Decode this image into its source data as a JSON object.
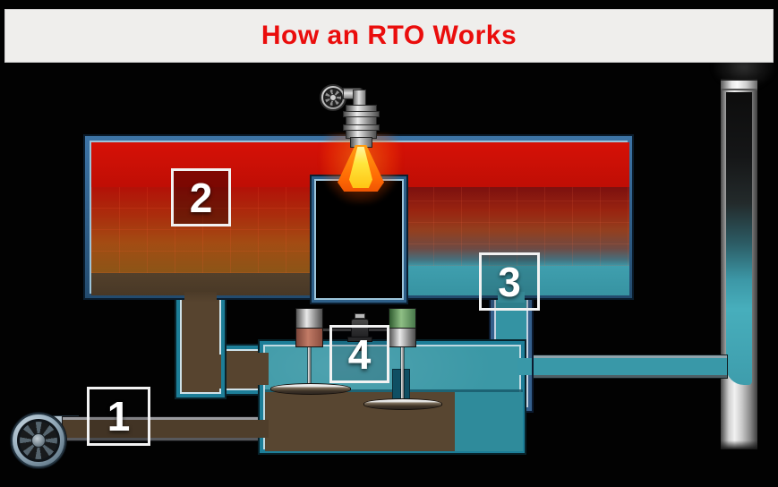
{
  "header": {
    "title": "How an RTO Works"
  },
  "steps": [
    {
      "n": "1"
    },
    {
      "n": "2"
    },
    {
      "n": "3"
    },
    {
      "n": "4"
    }
  ],
  "icons": {
    "inlet_fan": "blower-fan-icon",
    "burner": "burner-icon",
    "burner_fan": "burner-fan-icon",
    "flame": "flame-icon",
    "valve_left_actuator": "valve-actuator-icon",
    "valve_right_actuator": "valve-actuator-icon",
    "valve_motor": "valve-drive-motor-icon",
    "stack": "exhaust-stack-icon",
    "smoke": "smoke-icon"
  },
  "colors": {
    "title_red": "#ea0d0c",
    "header_bg": "#efeeec",
    "hot_zone_red": "#d11006",
    "flame_yellow": "#ffe63c",
    "clean_air_teal": "#3b98a6",
    "dirty_air_brown": "#584631",
    "duct_teal_border": "#1d7e98",
    "chamber_blue_border": "#2e5f88",
    "background": "#000000"
  }
}
